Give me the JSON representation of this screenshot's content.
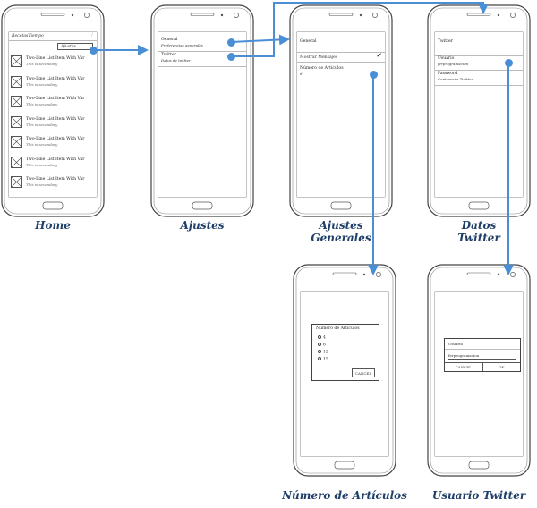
{
  "screens": {
    "home": {
      "caption": "Home",
      "app_title": "RecetasTiempo",
      "menu_dropdown": "Ajustes",
      "list_items": [
        {
          "primary": "Two-Line List Item With Var",
          "secondary": "This is secondary"
        },
        {
          "primary": "Two-Line List Item With Var",
          "secondary": "This is secondary"
        },
        {
          "primary": "Two-Line List Item With Var",
          "secondary": "This is secondary"
        },
        {
          "primary": "Two-Line List Item With Var",
          "secondary": "This is secondary"
        },
        {
          "primary": "Two-Line List Item With Var",
          "secondary": "This is secondary"
        },
        {
          "primary": "Two-Line List Item With Var",
          "secondary": "This is secondary"
        },
        {
          "primary": "Two-Line List Item With Var",
          "secondary": "This is secondary"
        }
      ]
    },
    "ajustes": {
      "caption": "Ajustes",
      "general_title": "General",
      "general_sub": "Preferencias generales",
      "twitter_title": "Twitter",
      "twitter_sub": "Datos de twitter"
    },
    "ajustes_generales": {
      "caption_line1": "Ajustes",
      "caption_line2": "Generales",
      "header": "General",
      "show_messages": "Mostrar Mensajes",
      "num_articles_title": "Número de Artículos",
      "num_articles_value": "6"
    },
    "datos_twitter": {
      "caption_line1": "Datos",
      "caption_line2": "Twitter",
      "header": "Twitter",
      "user_label": "Usuario",
      "user_value": "ferprogramacion",
      "password_label": "Password",
      "password_sub": "Contraseña Twitter"
    },
    "numero_articulos": {
      "caption": "Número de Artículos",
      "dialog_title": "Número de Artículos",
      "options": [
        "4",
        "6",
        "12",
        "15"
      ],
      "cancel": "CANCEL"
    },
    "usuario_twitter": {
      "caption": "Usuario Twitter",
      "dialog_title": "Usuario",
      "input_value": "ferprogramacion",
      "cancel": "CANCEL",
      "ok": "OK"
    }
  },
  "colors": {
    "connector": "#4a8fd6",
    "caption": "#1f3f68"
  }
}
